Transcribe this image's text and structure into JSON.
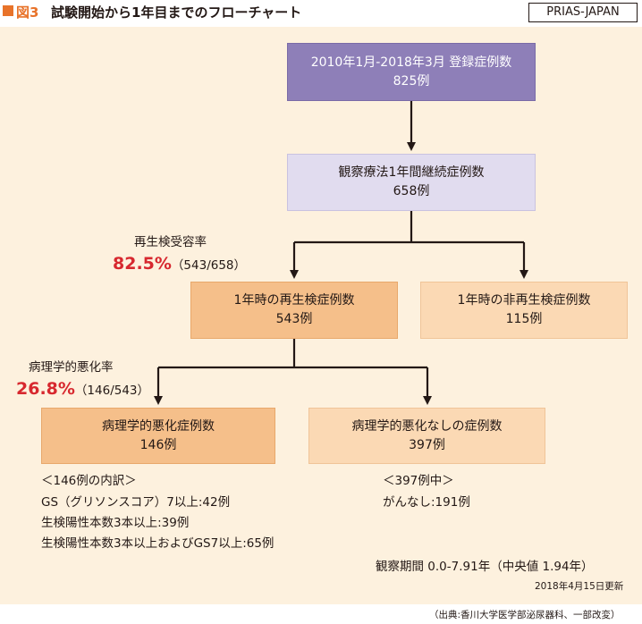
{
  "header": {
    "figure_number": "図3",
    "title": "試験開始から1年目までのフローチャート",
    "brand": "PRIAS-JAPAN"
  },
  "boxes": {
    "registered": {
      "line1": "2010年1月-2018年3月 登録症例数",
      "line2": "825例"
    },
    "observation": {
      "line1": "観察療法1年間継続症例数",
      "line2": "658例"
    },
    "rebiopsy": {
      "line1": "1年時の再生検症例数",
      "line2": "543例"
    },
    "nonrebiopsy": {
      "line1": "1年時の非再生検症例数",
      "line2": "115例"
    },
    "progression": {
      "line1": "病理学的悪化症例数",
      "line2": "146例"
    },
    "noprogression": {
      "line1": "病理学的悪化なしの症例数",
      "line2": "397例"
    }
  },
  "rates": {
    "rebiopsy_acceptance": {
      "label": "再生検受容率",
      "value": "82.5%",
      "detail": "（543/658）"
    },
    "pathological_progression": {
      "label": "病理学的悪化率",
      "value": "26.8%",
      "detail": "（146/543）"
    }
  },
  "breakdown_146": {
    "heading": "＜146例の内訳＞",
    "items": [
      "GS（グリソンスコア）7以上:42例",
      "生検陽性本数3本以上:39例",
      "生検陽性本数3本以上およびGS7以上:65例"
    ]
  },
  "breakdown_397": {
    "heading": "＜397例中＞",
    "items": [
      "がんなし:191例"
    ]
  },
  "observation_period": "観察期間 0.0-7.91年（中央値 1.94年）",
  "update_date": "2018年4月15日更新",
  "source": "（出典:香川大学医学部泌尿器科、一部改変）"
}
